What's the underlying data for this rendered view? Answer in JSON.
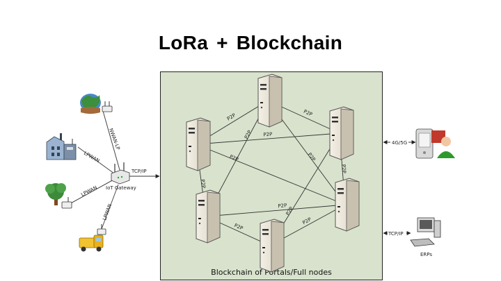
{
  "title": {
    "left": "LoRa",
    "plus": "+",
    "right": "Blockchain"
  },
  "blockchain": {
    "caption": "Blockchain of Portals/Full nodes",
    "link_label": "P2P"
  },
  "gateway": {
    "label": "IoT Gateway",
    "link_label": "TCP/IP"
  },
  "devices": {
    "link_labels": [
      "NWAN-LP",
      "LPWAN",
      "LPWAN",
      "LPWAN"
    ]
  },
  "right_side": {
    "mobile_link": "4G/5G",
    "erp_link": "TCP/IP",
    "erp_label": "ERPs"
  },
  "colors": {
    "panel_bg": "#d8e2cc",
    "line": "#333333"
  }
}
